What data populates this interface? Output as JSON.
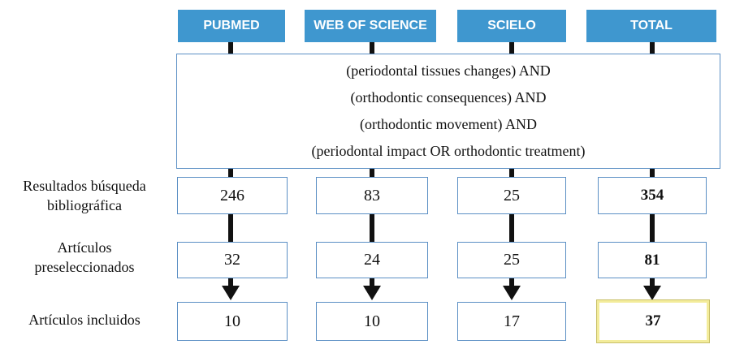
{
  "headers": [
    "PUBMED",
    "WEB OF SCIENCE",
    "SCIELO",
    "TOTAL"
  ],
  "query_lines": [
    "(periodontal tissues changes) AND",
    "(orthodontic consequences) AND",
    "(orthodontic movement) AND",
    "(periodontal impact OR orthodontic treatment)"
  ],
  "rows": [
    {
      "label_line1": "Resultados búsqueda",
      "label_line2": "bibliográfica",
      "values": [
        "246",
        "83",
        "25",
        "354"
      ]
    },
    {
      "label_line1": "Artículos",
      "label_line2": "preseleccionados",
      "values": [
        "32",
        "24",
        "25",
        "81"
      ]
    },
    {
      "label_line1": "Artículos incluidos",
      "label_line2": "",
      "values": [
        "10",
        "10",
        "17",
        "37"
      ]
    }
  ],
  "colors": {
    "header_bg": "#3f97cf",
    "box_border": "#5b8fc4",
    "highlight": "#f3ec9b",
    "arrow": "#111111"
  }
}
